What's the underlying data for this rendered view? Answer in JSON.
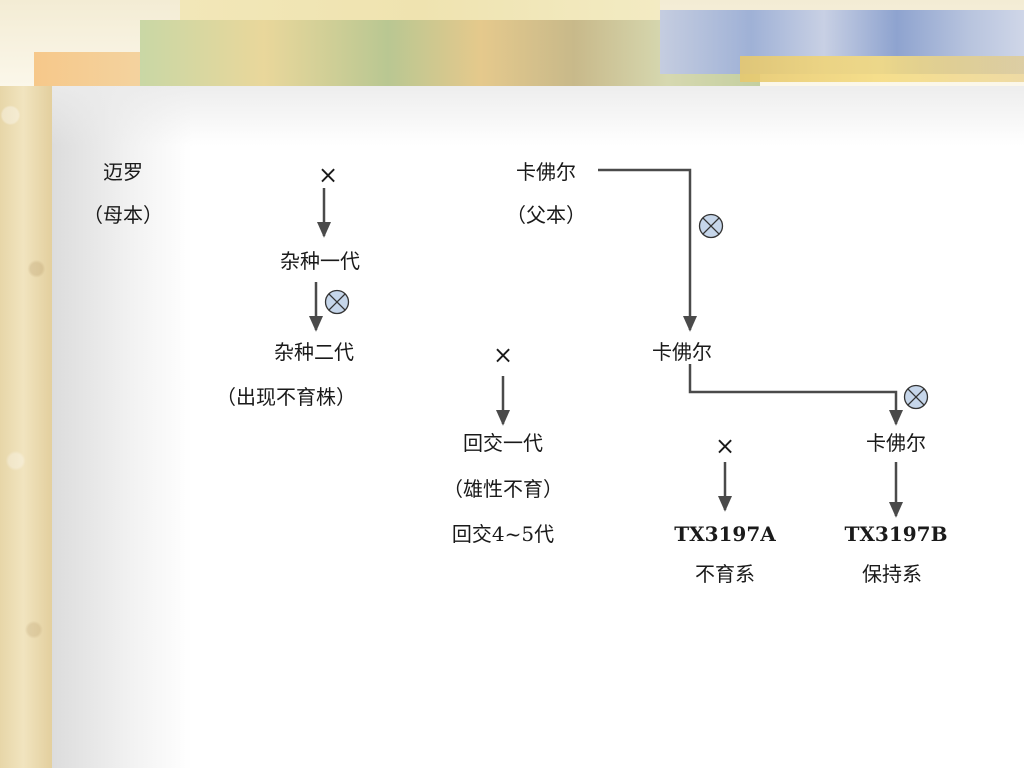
{
  "nodes": {
    "mailuo": "迈罗",
    "mother": "（母本）",
    "kafuer_top": "卡佛尔",
    "father": "（父本）",
    "f1": "杂种一代",
    "f2": "杂种二代",
    "sterile_appear": "（出现不育株）",
    "kafuer_mid": "卡佛尔",
    "bc1": "回交一代",
    "male_sterile": "（雄性不育）",
    "bc45": "回交4~5代",
    "kafuer_right": "卡佛尔",
    "tx_a": "TX3197A",
    "sterile_line": "不育系",
    "tx_b": "TX3197B",
    "maintainer_line": "保持系"
  },
  "symbols": {
    "cross": "×"
  }
}
